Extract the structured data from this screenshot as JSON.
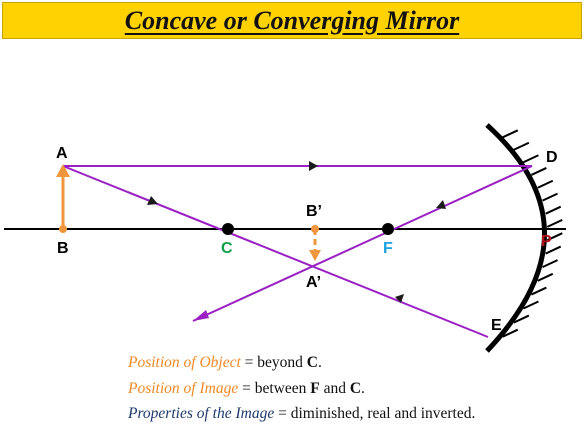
{
  "title": "Concave or Converging Mirror",
  "labels": {
    "A": "A",
    "B": "B",
    "B_prime": "B’",
    "A_prime": "A’",
    "C": "C",
    "F": "F",
    "P": "P",
    "D": "D",
    "E": "E"
  },
  "captions": [
    {
      "key": "Position of Object",
      "eq": " = beyond ",
      "b1": "C",
      "mid": ".",
      "b2": "",
      "end": ""
    },
    {
      "key": "Position of Image",
      "eq": " = between ",
      "b1": "F",
      "mid": " and ",
      "b2": "C",
      "end": "."
    },
    {
      "key": "Properties of the Image",
      "eq": " = diminished, real and inverted.",
      "b1": "",
      "mid": "",
      "b2": "",
      "end": ""
    }
  ],
  "colors": {
    "banner": "#ffd200",
    "ray": "#9a1fc4",
    "object": "#f0963c",
    "C": "#0fa14a",
    "F": "#1aa3e0",
    "P": "#b3121b",
    "caption_object": "#f08a24",
    "caption_image": "#f08a24",
    "caption_props": "#1d3a6b"
  },
  "icons": [
    "arrow-head-icon",
    "point-marker-icon",
    "hatch-icon"
  ]
}
